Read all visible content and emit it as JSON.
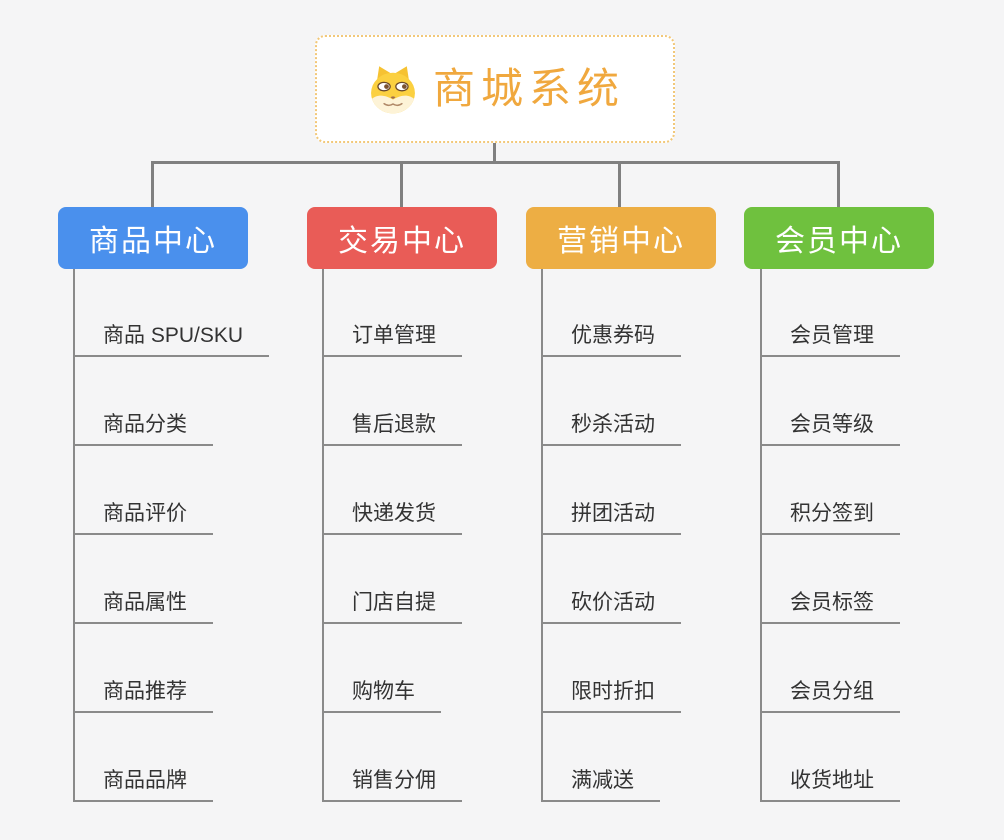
{
  "root": {
    "title": "商城系统",
    "icon": "doge-icon"
  },
  "colors": {
    "root_text": "#f0a83e",
    "root_border": "#f2c879",
    "connector": "#808080",
    "underline": "#8a8a8a",
    "leaf_text": "#333333",
    "branch_product": "#4a90ed",
    "branch_trade": "#e95c57",
    "branch_marketing": "#edae44",
    "branch_member": "#6fc13e"
  },
  "branches": [
    {
      "label": "商品中心",
      "color": "#4a90ed",
      "items": [
        "商品 SPU/SKU",
        "商品分类",
        "商品评价",
        "商品属性",
        "商品推荐",
        "商品品牌"
      ]
    },
    {
      "label": "交易中心",
      "color": "#e95c57",
      "items": [
        "订单管理",
        "售后退款",
        "快递发货",
        "门店自提",
        "购物车",
        "销售分佣"
      ]
    },
    {
      "label": "营销中心",
      "color": "#edae44",
      "items": [
        "优惠券码",
        "秒杀活动",
        "拼团活动",
        "砍价活动",
        "限时折扣",
        "满减送"
      ]
    },
    {
      "label": "会员中心",
      "color": "#6fc13e",
      "items": [
        "会员管理",
        "会员等级",
        "积分签到",
        "会员标签",
        "会员分组",
        "收货地址"
      ]
    }
  ]
}
